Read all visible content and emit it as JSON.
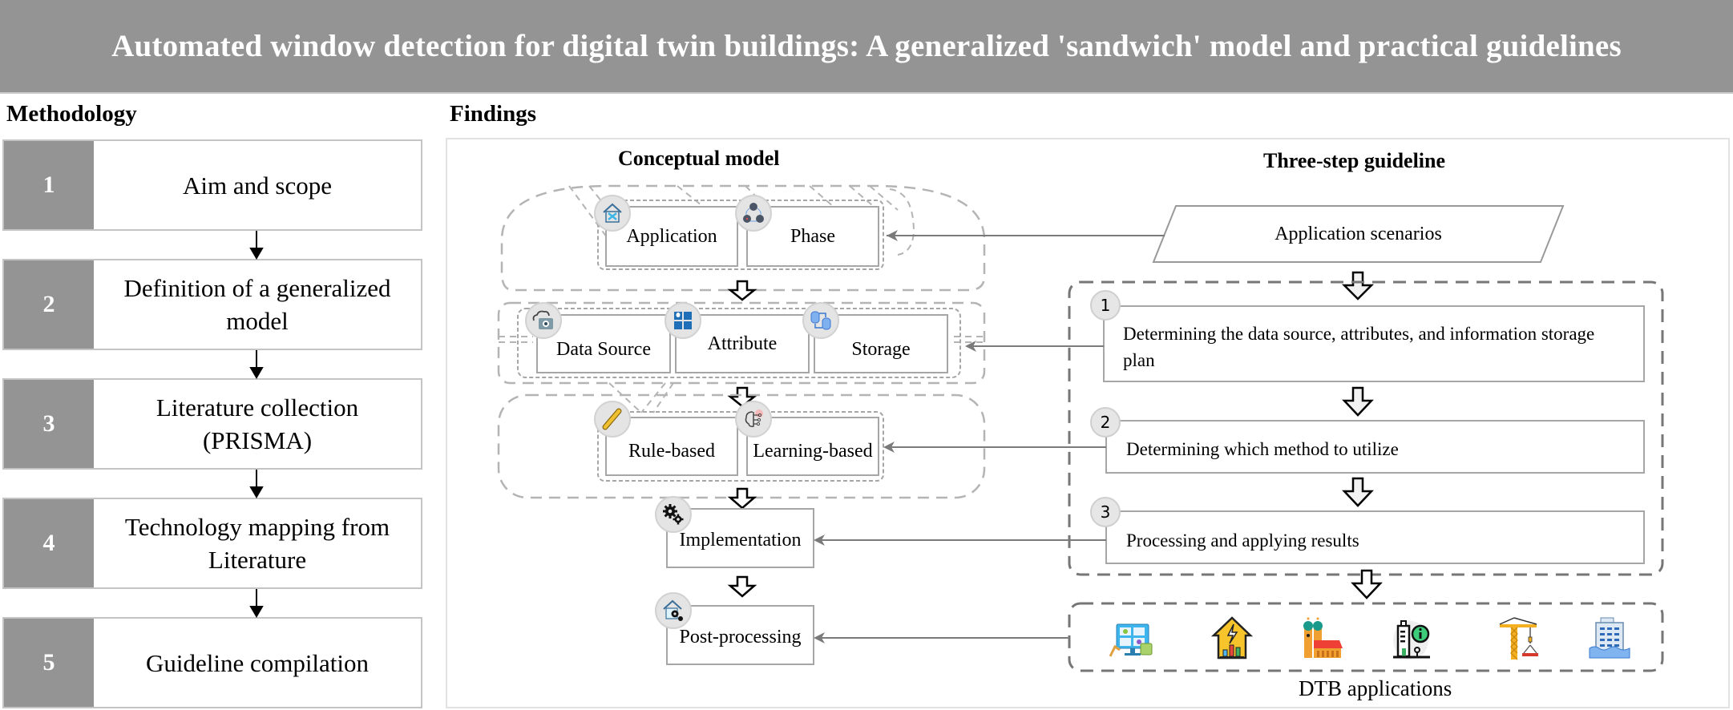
{
  "title": "Automated window detection for digital twin buildings: A generalized 'sandwich' model and practical guidelines",
  "methodology": {
    "heading": "Methodology",
    "steps": [
      {
        "number": "1",
        "label": "Aim and scope"
      },
      {
        "number": "2",
        "label": "Definition of a generalized model"
      },
      {
        "number": "3",
        "label": "Literature collection (PRISMA)"
      },
      {
        "number": "4",
        "label": "Technology mapping from Literature"
      },
      {
        "number": "5",
        "label": "Guideline compilation"
      }
    ]
  },
  "findings": {
    "heading": "Findings",
    "conceptual_model": {
      "heading": "Conceptual model",
      "layer1": [
        {
          "label": "Application",
          "icon": "house-tools-icon"
        },
        {
          "label": "Phase",
          "icon": "phase-cycle-icon"
        }
      ],
      "layer2": [
        {
          "label": "Data Source",
          "icon": "cloud-camera-icon"
        },
        {
          "label": "Attribute",
          "icon": "window-grid-icon"
        },
        {
          "label": "Storage",
          "icon": "database-sync-icon"
        }
      ],
      "layer3": [
        {
          "label": "Rule-based",
          "icon": "ruler-pencil-icon"
        },
        {
          "label": "Learning-based",
          "icon": "ai-brain-icon"
        }
      ],
      "implementation": {
        "label": "Implementation",
        "icon": "gears-icon"
      },
      "post_processing": {
        "label": "Post-processing",
        "icon": "house-gears-icon"
      }
    },
    "guideline": {
      "heading": "Three-step guideline",
      "input": "Application scenarios",
      "steps": [
        {
          "number": "1",
          "label": "Determining the data source, attributes, and information storage plan"
        },
        {
          "number": "2",
          "label": "Determining which method to utilize"
        },
        {
          "number": "3",
          "label": "Processing and applying results"
        }
      ]
    },
    "dtb_applications": {
      "caption": "DTB applications",
      "icons": [
        "smart-monitoring-icon",
        "energy-house-icon",
        "heritage-church-icon",
        "building-info-icon",
        "construction-crane-icon",
        "flood-building-icon"
      ]
    }
  }
}
